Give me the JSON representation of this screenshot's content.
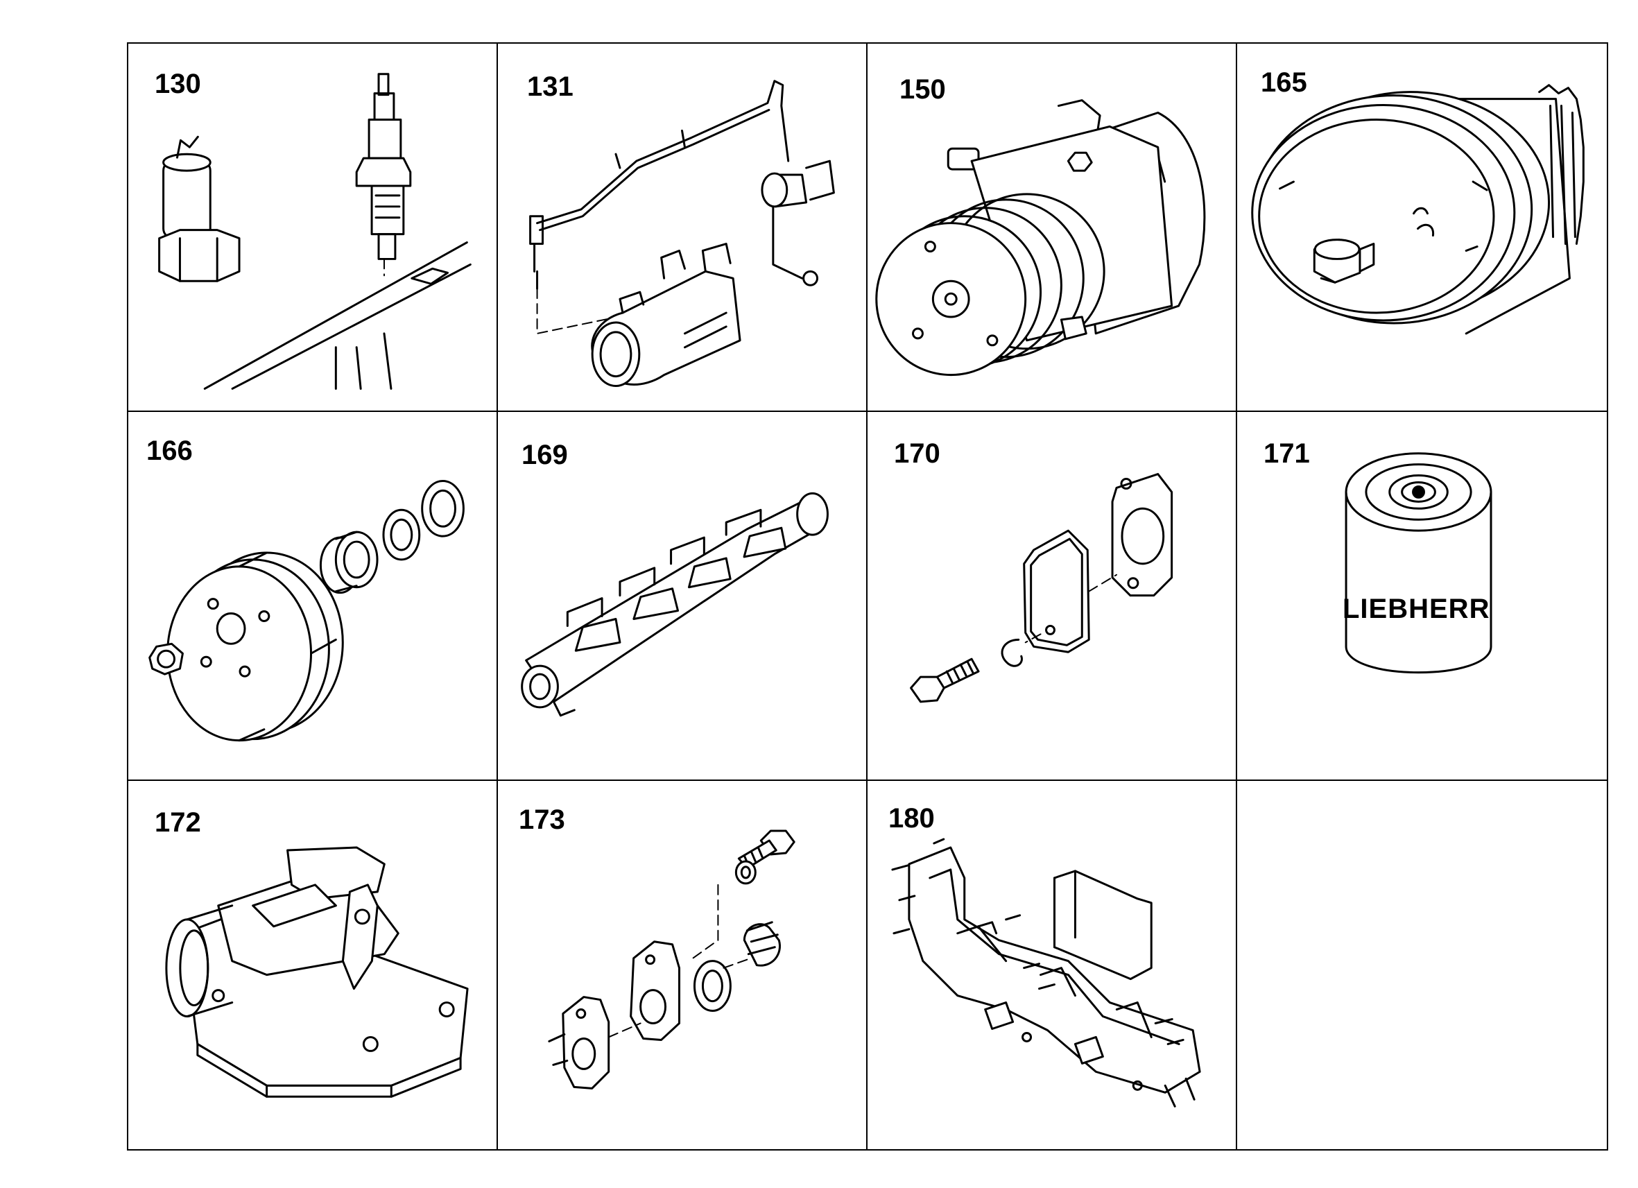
{
  "catalog": {
    "cells": [
      {
        "label": "130",
        "icon": "temperature-sensor-and-glow-plug-icon"
      },
      {
        "label": "131",
        "icon": "glow-plug-wiring-and-valve-icon"
      },
      {
        "label": "150",
        "icon": "air-conditioning-compressor-icon"
      },
      {
        "label": "165",
        "icon": "vibration-damper-icon"
      },
      {
        "label": "166",
        "icon": "pulley-and-seal-rings-icon"
      },
      {
        "label": "169",
        "icon": "intake-manifold-icon"
      },
      {
        "label": "170",
        "icon": "cover-plate-gasket-and-bolt-icon"
      },
      {
        "label": "171",
        "icon": "oil-filter-cartridge-icon",
        "brand": "LIEBHERR"
      },
      {
        "label": "172",
        "icon": "thermostat-housing-icon"
      },
      {
        "label": "173",
        "icon": "flange-gasket-and-plug-icon"
      },
      {
        "label": "180",
        "icon": "exhaust-manifold-icon"
      },
      {
        "label": "",
        "icon": ""
      }
    ]
  }
}
